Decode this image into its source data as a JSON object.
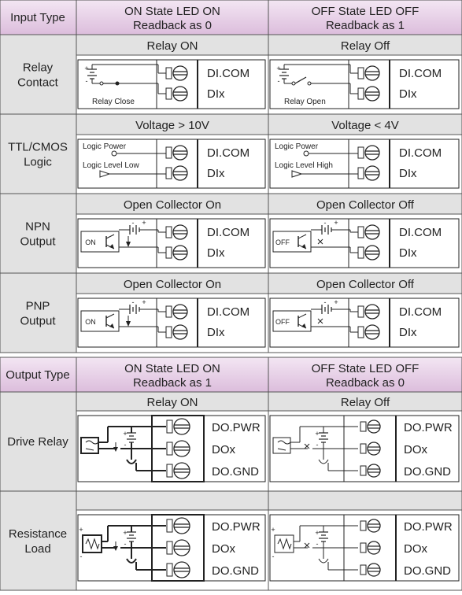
{
  "input_table": {
    "header": {
      "type_label": "Input Type",
      "on_line1": "ON State LED ON",
      "on_line2": "Readback as 0",
      "off_line1": "OFF State LED OFF",
      "off_line2": "Readback as 1"
    },
    "rows": [
      {
        "label_line1": "Relay",
        "label_line2": "Contact",
        "on_title": "Relay ON",
        "off_title": "Relay Off",
        "on_caption": "Relay Close",
        "off_caption": "Relay Open",
        "terminal_1": "DI.COM",
        "terminal_2": "DIx"
      },
      {
        "label_line1": "TTL/CMOS",
        "label_line2": "Logic",
        "on_title": "Voltage > 10V",
        "off_title": "Voltage < 4V",
        "on_source": "Logic Power",
        "on_level": "Logic Level Low",
        "off_source": "Logic Power",
        "off_level": "Logic Level High",
        "terminal_1": "DI.COM",
        "terminal_2": "DIx"
      },
      {
        "label_line1": "NPN",
        "label_line2": "Output",
        "on_title": "Open Collector On",
        "off_title": "Open Collector Off",
        "on_tag": "ON",
        "off_tag": "OFF",
        "terminal_1": "DI.COM",
        "terminal_2": "DIx"
      },
      {
        "label_line1": "PNP",
        "label_line2": "Output",
        "on_title": "Open Collector On",
        "off_title": "Open Collector Off",
        "on_tag": "ON",
        "off_tag": "OFF",
        "terminal_1": "DI.COM",
        "terminal_2": "DIx"
      }
    ]
  },
  "output_table": {
    "header": {
      "type_label": "Output Type",
      "on_line1": "ON State LED ON",
      "on_line2": "Readback as 1",
      "off_line1": "OFF State LED OFF",
      "off_line2": "Readback as 0"
    },
    "rows": [
      {
        "label_line1": "Drive Relay",
        "label_line2": "",
        "on_title": "Relay ON",
        "off_title": "Relay Off",
        "terminal_1": "DO.PWR",
        "terminal_2": "DOx",
        "terminal_3": "DO.GND"
      },
      {
        "label_line1": "Resistance",
        "label_line2": "Load",
        "on_title": "",
        "off_title": "",
        "terminal_1": "DO.PWR",
        "terminal_2": "DOx",
        "terminal_3": "DO.GND"
      }
    ]
  },
  "symbols": {
    "plus": "+",
    "minus": "-"
  },
  "colors": {
    "header_bg": "#e8cfe8",
    "label_bg": "#e2e2e2",
    "title_bg": "#e2e2e2",
    "grid": "#555555",
    "cell_bg": "#ffffff"
  }
}
